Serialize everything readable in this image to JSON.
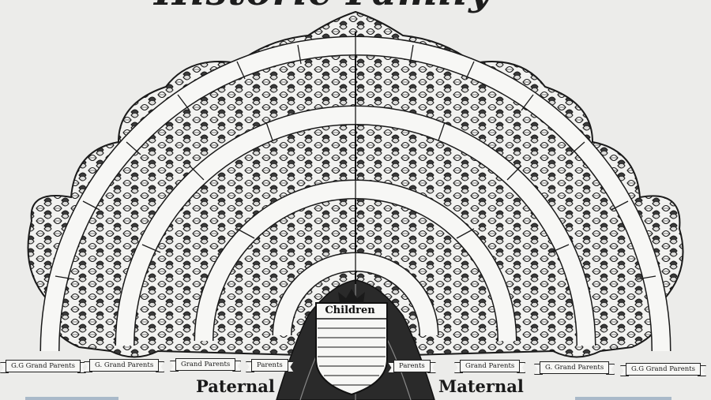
{
  "title": {
    "text": "Historic Family"
  },
  "shield": {
    "label": "Children"
  },
  "sides": {
    "paternal": "Paternal",
    "maternal": "Maternal"
  },
  "banners": [
    {
      "id": "paternal-gg",
      "label": "G.G Grand Parents"
    },
    {
      "id": "paternal-g",
      "label": "G. Grand Parents"
    },
    {
      "id": "paternal-gp",
      "label": "Grand Parents"
    },
    {
      "id": "paternal-p",
      "label": "Parents"
    },
    {
      "id": "maternal-p",
      "label": "Parents"
    },
    {
      "id": "maternal-gp",
      "label": "Grand Parents"
    },
    {
      "id": "maternal-g",
      "label": "G. Grand Parents"
    },
    {
      "id": "maternal-gg",
      "label": "G.G Grand Parents"
    }
  ],
  "colors": {
    "ink": "#1a1a1a",
    "paper": "#ececea",
    "scroll": "#f7f7f5",
    "tab": "#a9b9c9"
  },
  "icons": {
    "crown": "tree-crown-leaves",
    "trunk": "tree-trunk",
    "crest": "shield-crest"
  }
}
